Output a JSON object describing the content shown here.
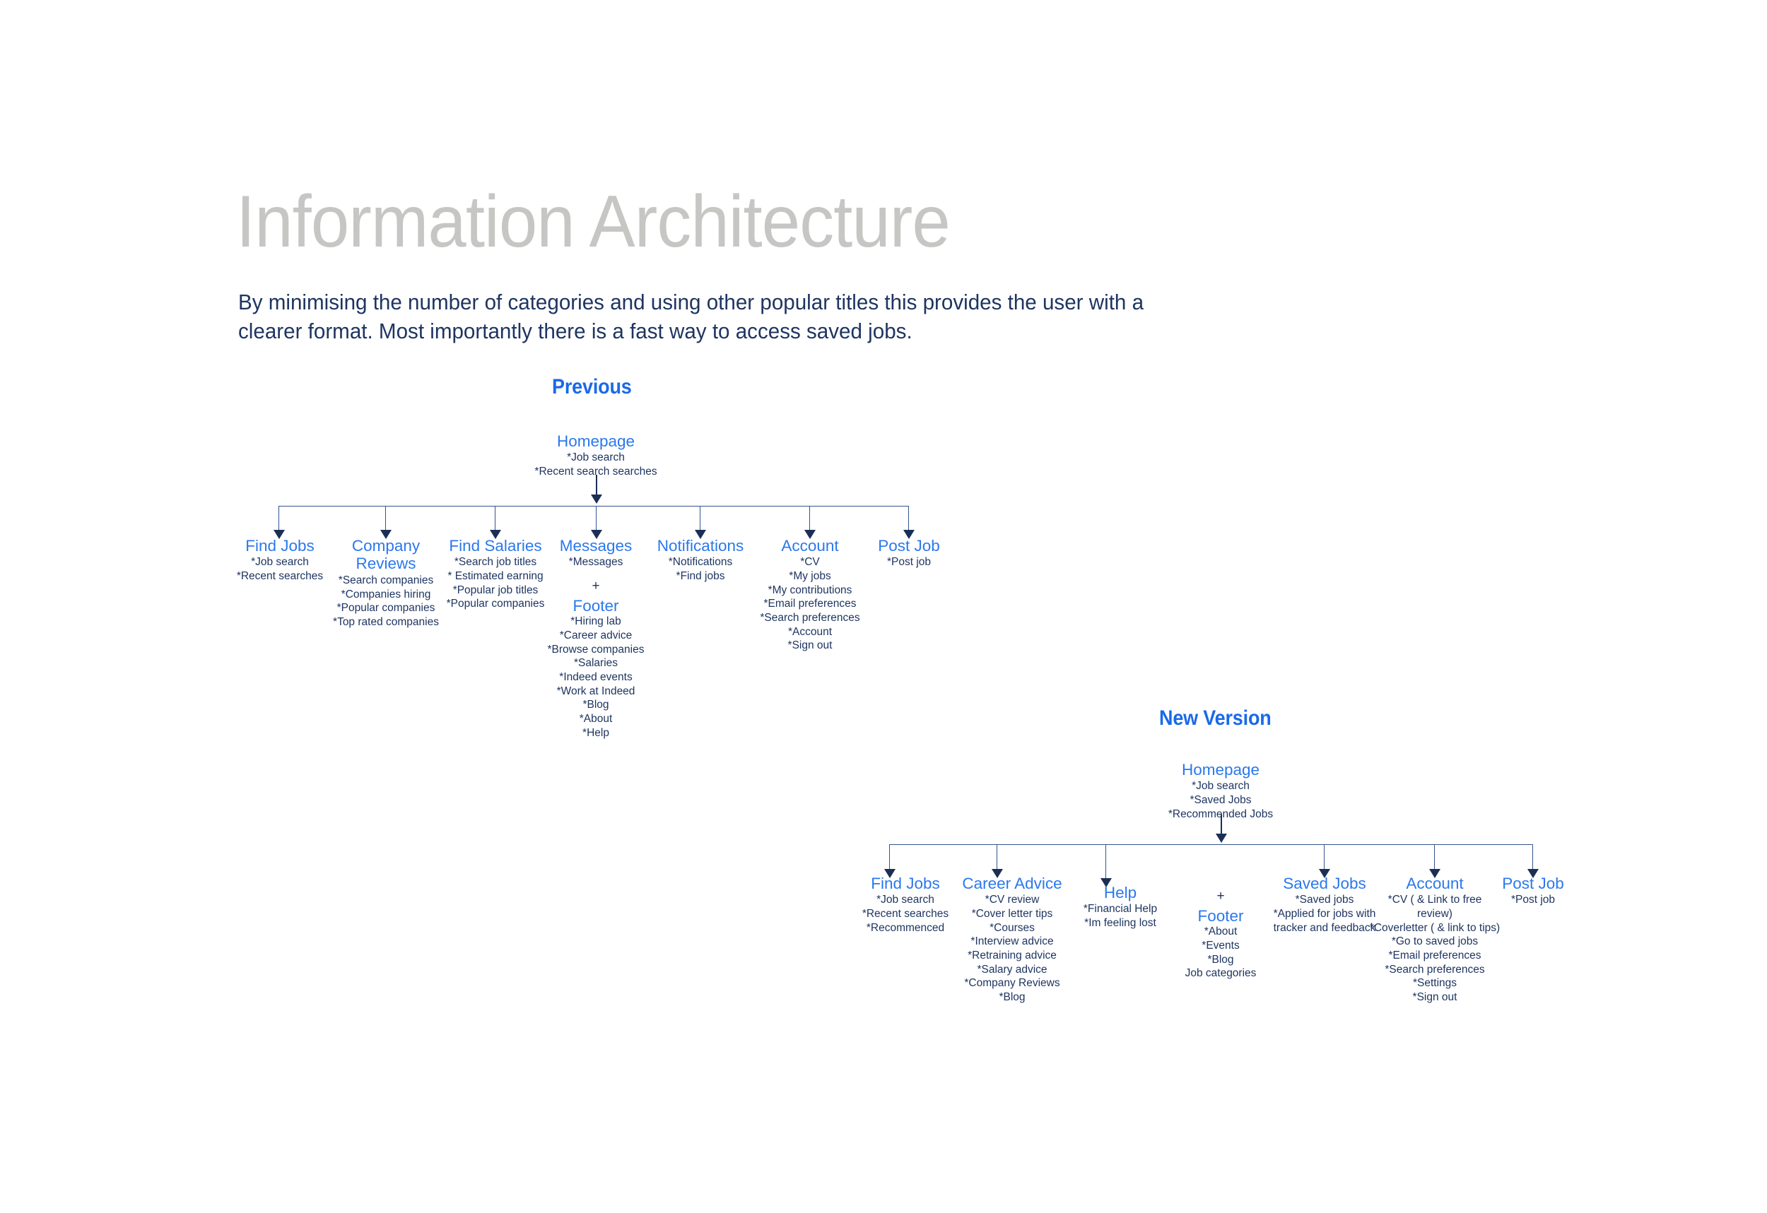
{
  "header": {
    "title": "Information Architecture",
    "subtitle": "By minimising the number of categories and using other popular titles this provides the user with a clearer format. Most importantly there is a fast way to access saved jobs."
  },
  "colors": {
    "title_gray": "#c6c6c4",
    "navy_text": "#1e3561",
    "bright_blue": "#2b78ec",
    "label_blue": "#1a6ae8",
    "connector_navy": "#35538c",
    "arrow_navy": "#1b2f55",
    "background": "#ffffff"
  },
  "diagrams": [
    {
      "id": "previous",
      "label": "Previous",
      "root": {
        "title": "Homepage",
        "items": "*Job search\n*Recent search searches"
      },
      "children": [
        {
          "title": "Find Jobs",
          "items": "*Job search\n*Recent searches"
        },
        {
          "title": "Company\nReviews",
          "items": "*Search companies\n*Companies hiring\n*Popular companies\n*Top rated companies"
        },
        {
          "title": "Find Salaries",
          "items": "*Search job titles\n* Estimated earning\n*Popular job titles\n*Popular companies"
        },
        {
          "title": "Messages",
          "items": "*Messages",
          "plus": "+",
          "sub_title": "Footer",
          "sub_items": "*Hiring lab\n*Career advice\n*Browse companies\n*Salaries\n*Indeed events\n*Work at Indeed\n*Blog\n*About\n*Help"
        },
        {
          "title": "Notifications",
          "items": "*Notifications\n*Find jobs"
        },
        {
          "title": "Account",
          "items": "*CV\n*My jobs\n*My contributions\n*Email preferences\n*Search preferences\n*Account\n*Sign out"
        },
        {
          "title": "Post Job",
          "items": "*Post job"
        }
      ]
    },
    {
      "id": "new-version",
      "label": "New Version",
      "root": {
        "title": "Homepage",
        "items": "*Job search\n*Saved Jobs\n*Recommended Jobs"
      },
      "children": [
        {
          "title": "Find Jobs",
          "items": "*Job search\n*Recent searches\n*Recommenced"
        },
        {
          "title": "Career Advice",
          "items": "*CV review\n*Cover letter tips\n*Courses\n*Interview advice\n*Retraining advice\n*Salary advice\n*Company Reviews\n*Blog"
        },
        {
          "title": "Help",
          "items": "*Financial Help\n*Im feeling lost"
        },
        {
          "title": "",
          "items": "",
          "plus": "+",
          "sub_title": "Footer",
          "sub_items": "*About\n*Events\n*Blog\nJob categories"
        },
        {
          "title": "Saved Jobs",
          "items": "*Saved jobs\n*Applied for jobs with tracker and feedback"
        },
        {
          "title": "Account",
          "items": "*CV ( & Link to free review)\n*Coverletter ( & link to tips)\n*Go to saved jobs\n*Email preferences\n*Search preferences\n*Settings\n*Sign out"
        },
        {
          "title": "Post Job",
          "items": "*Post job"
        }
      ]
    }
  ]
}
